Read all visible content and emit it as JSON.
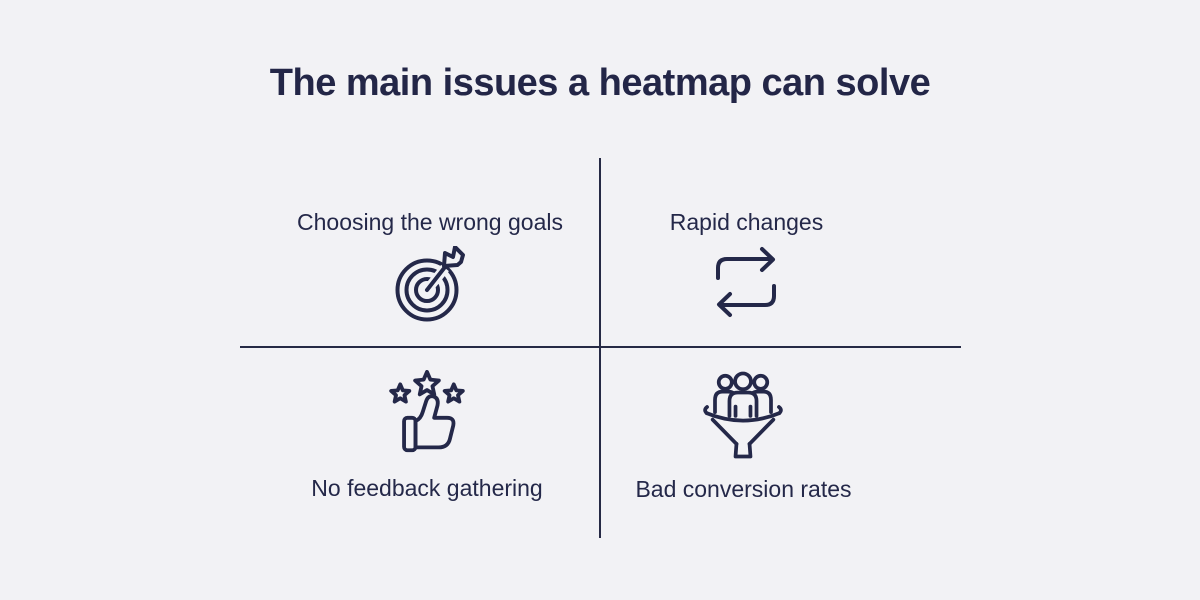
{
  "title": "The main issues a heatmap can solve",
  "colors": {
    "background": "#f2f2f5",
    "ink": "#242849"
  },
  "quadrants": [
    {
      "position": "top-left",
      "label": "Choosing the wrong goals",
      "icon": "target-dart-icon"
    },
    {
      "position": "top-right",
      "label": "Rapid changes",
      "icon": "cycle-arrows-icon"
    },
    {
      "position": "bottom-left",
      "label": "No feedback gathering",
      "icon": "thumbs-up-stars-icon"
    },
    {
      "position": "bottom-right",
      "label": "Bad conversion rates",
      "icon": "people-funnel-icon"
    }
  ]
}
